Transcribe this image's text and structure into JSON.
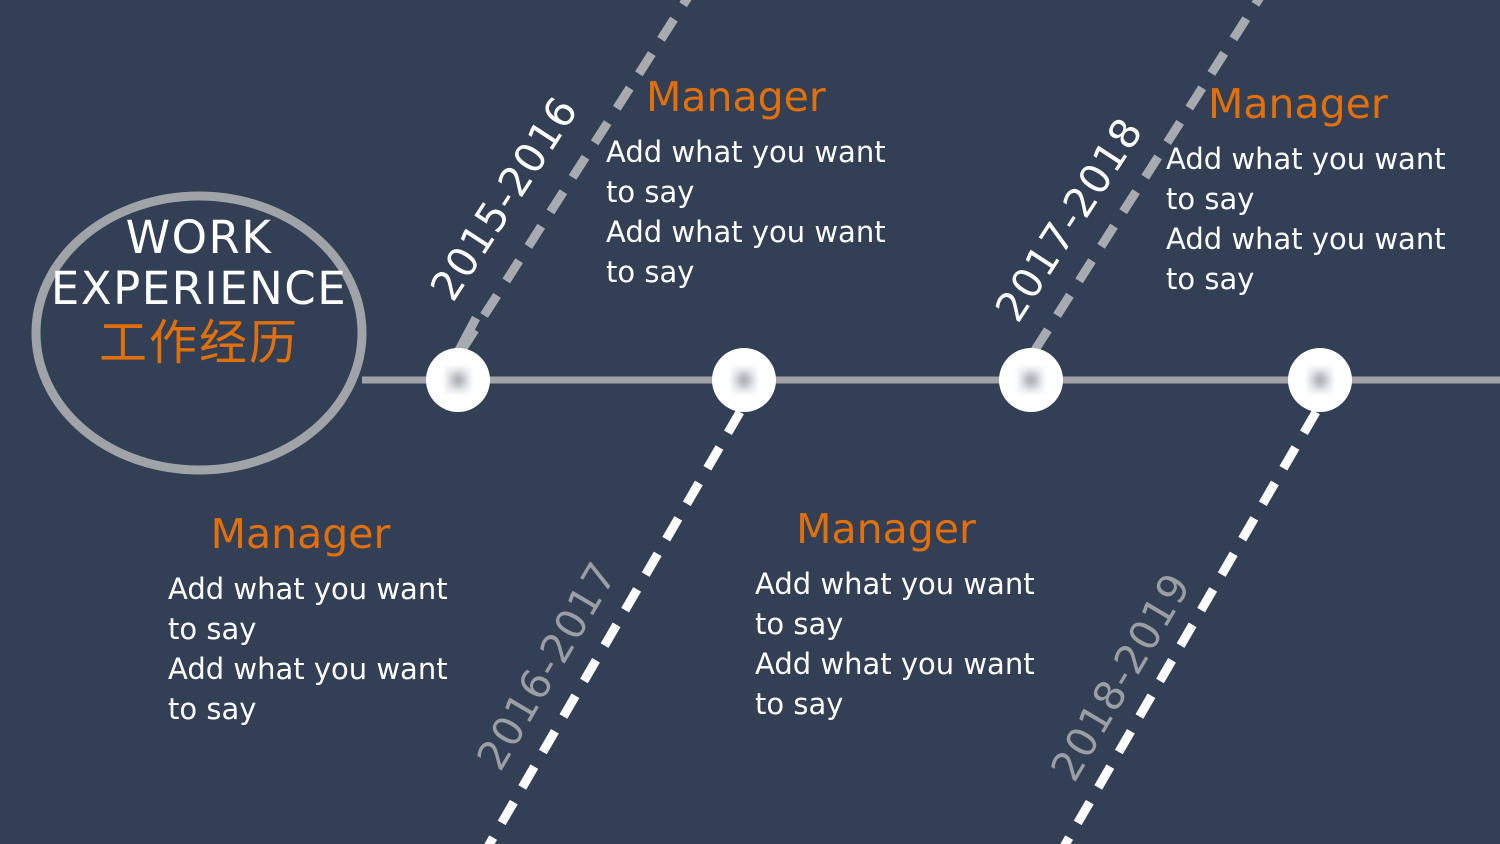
{
  "theme": {
    "background_color": "#333f54",
    "accent_color": "#e2700a",
    "text_color": "#ffffff",
    "muted_color": "#9b9ea3",
    "line_color": "#a0a3a8"
  },
  "badge": {
    "line1": "WORK",
    "line2": "EXPERIENCE",
    "line3": "工作经历"
  },
  "timeline": {
    "nodes": [
      {
        "label": "node-1",
        "icon": "image-placeholder-icon"
      },
      {
        "label": "node-2",
        "icon": "image-placeholder-icon"
      },
      {
        "label": "node-3",
        "icon": "image-placeholder-icon"
      },
      {
        "label": "node-4",
        "icon": "image-placeholder-icon"
      }
    ]
  },
  "entries": [
    {
      "year": "2015-2016",
      "position": "top",
      "role": "Manager",
      "desc_line1": "Add what you want",
      "desc_line2": "to say",
      "desc_line3": "Add what you want",
      "desc_line4": "to say"
    },
    {
      "year": "2016-2017",
      "position": "bottom",
      "role": "Manager",
      "desc_line1": "Add what you want",
      "desc_line2": "to say",
      "desc_line3": "Add what you want",
      "desc_line4": "to say"
    },
    {
      "year": "2017-2018",
      "position": "top",
      "role": "Manager",
      "desc_line1": "Add what you want",
      "desc_line2": "to say",
      "desc_line3": "Add what you want",
      "desc_line4": "to say"
    },
    {
      "year": "2018-2019",
      "position": "bottom",
      "role": "Manager",
      "desc_line1": "Add what you want",
      "desc_line2": "to say",
      "desc_line3": "Add what you want",
      "desc_line4": "to say"
    }
  ]
}
